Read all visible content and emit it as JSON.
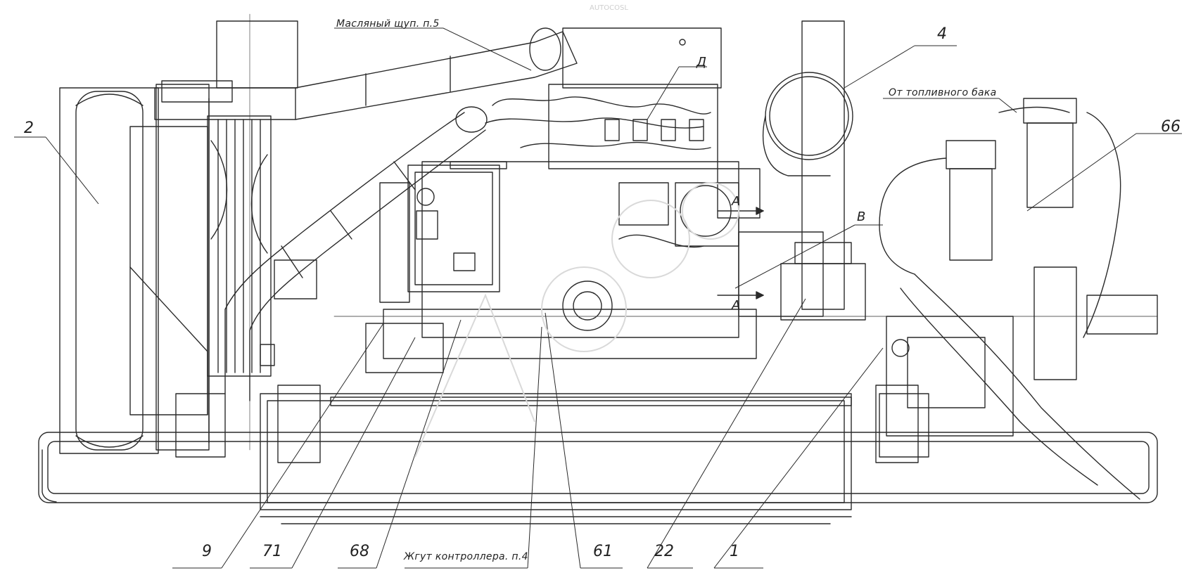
{
  "callouts": {
    "c2": "2",
    "c4": "4",
    "c66": "66",
    "c9": "9",
    "c71": "71",
    "c68": "68",
    "c61": "61",
    "c22": "22",
    "c1": "1"
  },
  "notes": {
    "oil_dipstick": "Масляный щуп. п.5",
    "from_fuel_tank": "От топливного бака",
    "controller_harness": "Жгут контроллера. п.4"
  },
  "view_letters": {
    "d": "Д",
    "a_top": "А",
    "a_bottom": "А",
    "b": "В"
  },
  "watermark": "AUTOCOSL",
  "colors": {
    "line": "#2a2a2a",
    "paper": "#ffffff",
    "watermark": "#d9d9d9"
  }
}
